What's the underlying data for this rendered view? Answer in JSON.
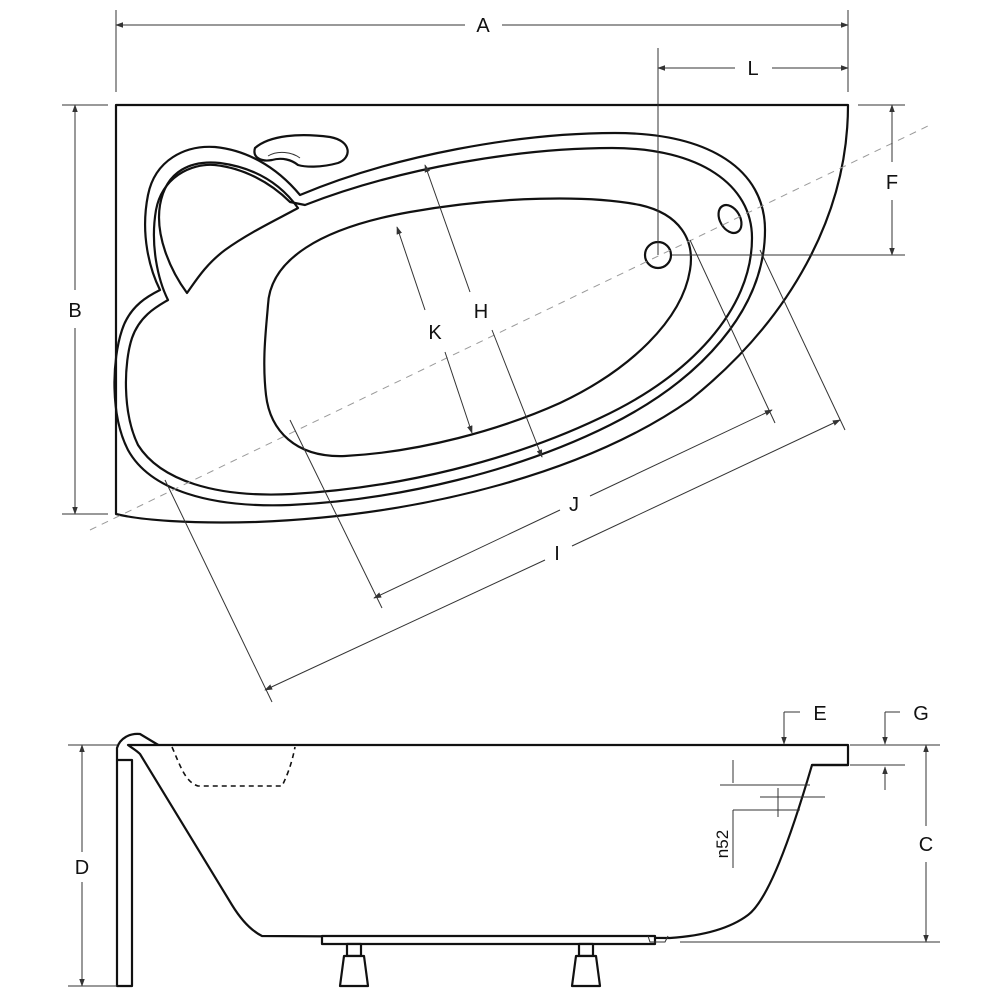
{
  "labels": {
    "A": "A",
    "B": "B",
    "C": "C",
    "D": "D",
    "E": "E",
    "F": "F",
    "G": "G",
    "H": "H",
    "I": "I",
    "J": "J",
    "K": "K",
    "L": "L",
    "overflow": "n52"
  },
  "colors": {
    "line": "#111111",
    "dimension": "#333333",
    "axis": "#9a9a9a",
    "background": "#ffffff"
  }
}
